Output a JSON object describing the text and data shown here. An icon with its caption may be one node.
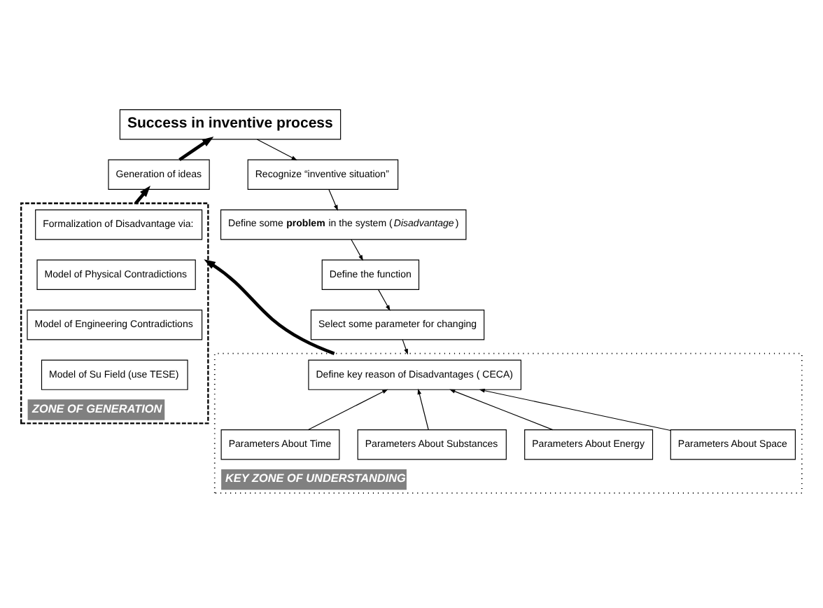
{
  "diagram": {
    "nodes": [
      {
        "text": [
          "Success in inventive process"
        ]
      },
      {
        "text": [
          "Recognize “inventive situation”"
        ]
      },
      {
        "text": [
          "Generation of ideas"
        ]
      },
      {
        "text": [
          "Define some **problem** in the system ( *Disadvantage*)"
        ]
      },
      {
        "text": [
          "ZONE OF GENERATION"
        ]
      },
      {
        "text": [
          "Formalization of Disadvantage via:"
        ],
        "in": 4
      },
      {
        "text": [
          "Model of Physical Contradictions"
        ],
        "in": 4
      },
      {
        "text": [
          "Model of Engineering Contradictions"
        ],
        "in": 4
      },
      {
        "text": [
          "Model of Su Field (use TESE)"
        ],
        "in": 4
      },
      {
        "text": [
          "Define the function"
        ]
      },
      {
        "text": [
          "Select some parameter for changing"
        ]
      },
      {
        "text": [
          "KEY ZONE OF UNDERSTANDING"
        ]
      },
      {
        "text": [
          "Define key reason of Disadvantages ( CECA)"
        ],
        "in": 11
      },
      {
        "text": [
          "Parameters About Time"
        ],
        "in": 11
      },
      {
        "text": [
          "Parameters About Substances"
        ],
        "in": 11
      },
      {
        "text": [
          "Parameters About Energy"
        ],
        "in": 11
      },
      {
        "text": [
          "Parameters About Space"
        ],
        "in": 11
      }
    ],
    "edges": [
      {
        "from": 0,
        "to": 1,
        "arrow": "to"
      },
      {
        "from": 1,
        "to": 3,
        "arrow": "to"
      },
      {
        "from": 3,
        "to": 9,
        "arrow": "to"
      },
      {
        "from": 9,
        "to": 10,
        "arrow": "to"
      },
      {
        "from": 10,
        "to": 11,
        "arrow": "to"
      },
      {
        "from": 11,
        "to": 4,
        "arrow": "to",
        "style": "thick"
      },
      {
        "from": 4,
        "to": 2,
        "arrow": "to",
        "style": "thick"
      },
      {
        "from": 2,
        "to": 0,
        "arrow": "to",
        "style": "thick"
      },
      {
        "from": 13,
        "to": 12,
        "arrow": "to"
      },
      {
        "from": 14,
        "to": 12,
        "arrow": "to"
      },
      {
        "from": 15,
        "to": 12,
        "arrow": "to"
      },
      {
        "from": 16,
        "to": 12,
        "arrow": "to"
      }
    ]
  }
}
